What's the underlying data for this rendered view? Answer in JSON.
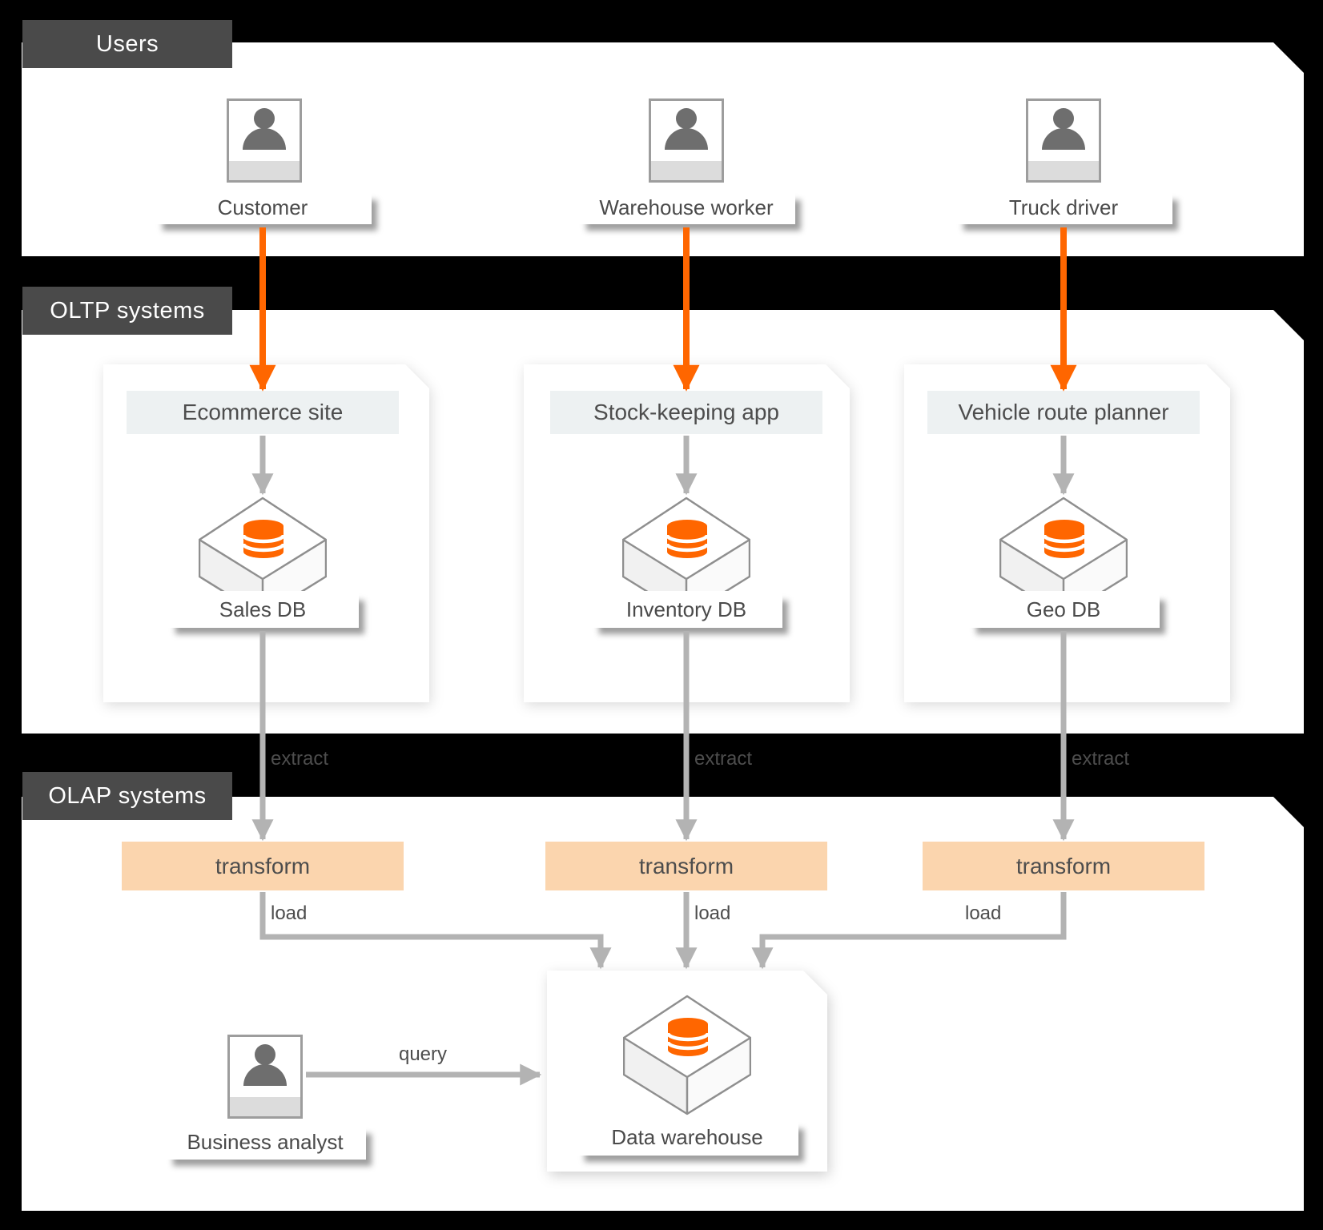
{
  "colors": {
    "accent_orange": "#FF6600",
    "db_orange": "#FF6600",
    "arrow_gray": "#B3B3B3",
    "tab_bg": "#4A4A4A",
    "tab_text": "#FFFFFF",
    "panel_bg": "#FFFFFF",
    "page_bg": "#000000",
    "titlebar_bg": "#EDF1F2",
    "transform_bg": "#FBD5AE",
    "label_text": "#4A4A4A"
  },
  "sections": {
    "users": {
      "tab": "Users",
      "actors": [
        {
          "label": "Customer"
        },
        {
          "label": "Warehouse worker"
        },
        {
          "label": "Truck driver"
        }
      ]
    },
    "oltp": {
      "tab": "OLTP systems",
      "apps": [
        {
          "title": "Ecommerce site",
          "db": "Sales DB"
        },
        {
          "title": "Stock-keeping app",
          "db": "Inventory DB"
        },
        {
          "title": "Vehicle route planner",
          "db": "Geo DB"
        }
      ]
    },
    "olap": {
      "tab": "OLAP systems",
      "transforms": [
        "transform",
        "transform",
        "transform"
      ],
      "warehouse": {
        "label": "Data warehouse"
      },
      "analyst": {
        "label": "Business analyst"
      }
    }
  },
  "edges": {
    "extract": [
      "extract",
      "extract",
      "extract"
    ],
    "load": [
      "load",
      "load",
      "load"
    ],
    "query": "query"
  }
}
